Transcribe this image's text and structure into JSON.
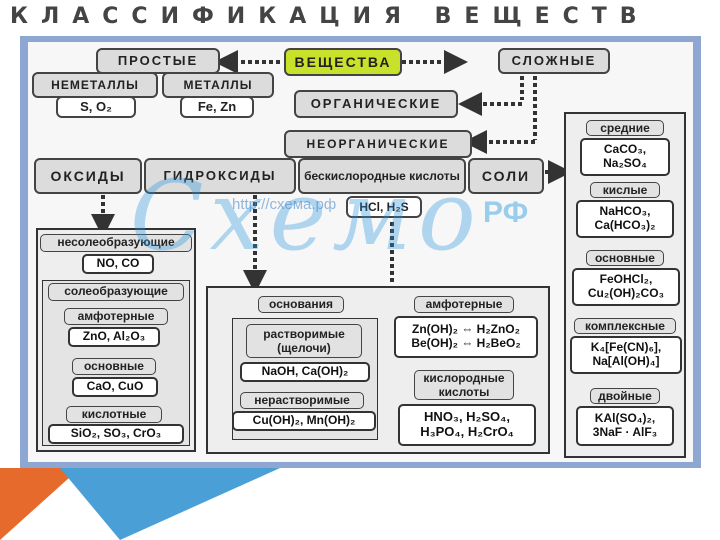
{
  "title": "КЛАССИФИКАЦИЯ ВЕЩЕСТВ",
  "watermark": {
    "url": "http://схема.рф",
    "logo": "Схемо",
    "rf": "РФ"
  },
  "nodes": {
    "substances": "ВЕЩЕСТВА",
    "simple": "ПРОСТЫЕ",
    "complex": "СЛОЖНЫЕ",
    "nonmetals": "НЕМЕТАЛЛЫ",
    "nonmetals_ex": "S, O₂",
    "metals": "МЕТАЛЛЫ",
    "metals_ex": "Fe, Zn",
    "organic": "ОРГАНИЧЕСКИЕ",
    "inorganic": "НЕОРГАНИЧЕСКИЕ",
    "oxides": "ОКСИДЫ",
    "hydroxides": "ГИДРОКСИДЫ",
    "anoxic_acids": "бескислородные кислоты",
    "anoxic_acids_ex": "HCl, H₂S",
    "salts": "СОЛИ"
  },
  "oxides_panel": {
    "nonsalt_label": "несолеобразующие",
    "nonsalt_ex": "NO, CO",
    "salt_label": "солеобразующие",
    "amphoteric_label": "амфотерные",
    "amphoteric_ex": "ZnO, Al₂O₃",
    "basic_label": "основные",
    "basic_ex": "CaO, CuO",
    "acidic_label": "кислотные",
    "acidic_ex": "SiO₂, SO₃, CrO₃"
  },
  "hydroxides_panel": {
    "bases_label": "основания",
    "soluble_label": "растворимые (щелочи)",
    "soluble_ex": "NaOH, Ca(OH)₂",
    "insoluble_label": "нерастворимые",
    "insoluble_ex": "Cu(OH)₂, Mn(OH)₂",
    "amph_label": "амфотерные",
    "amph_ex1": "Zn(OH)₂ ⇔ H₂ZnO₂",
    "amph_ex2": "Be(OH)₂ ⇔ H₂BeO₂",
    "oxyacids_label": "кислородные кислоты",
    "oxyacids_ex1": "HNO₃, H₂SO₄,",
    "oxyacids_ex2": "H₃PO₄, H₂CrO₄"
  },
  "salts_panel": {
    "medium_label": "средние",
    "medium_ex": "CaCO₃, Na₂SO₄",
    "acid_label": "кислые",
    "acid_ex": "NaHCO₃, Ca(HCO₃)₂",
    "basic_label": "основные",
    "basic_ex": "FeOHCl₂, Cu₂(OH)₂CO₃",
    "complex_label": "комплексные",
    "complex_ex": "K₄[Fe(CN)₆], Na[Al(OH)₄]",
    "double_label": "двойные",
    "double_ex": "KAl(SO₄)₂, 3NaF · AlF₃"
  },
  "colors": {
    "poster_border": "#8da7d2",
    "accent_green": "#c8e12a",
    "orange": "#e56a2c",
    "blue": "#4a9fd6"
  }
}
